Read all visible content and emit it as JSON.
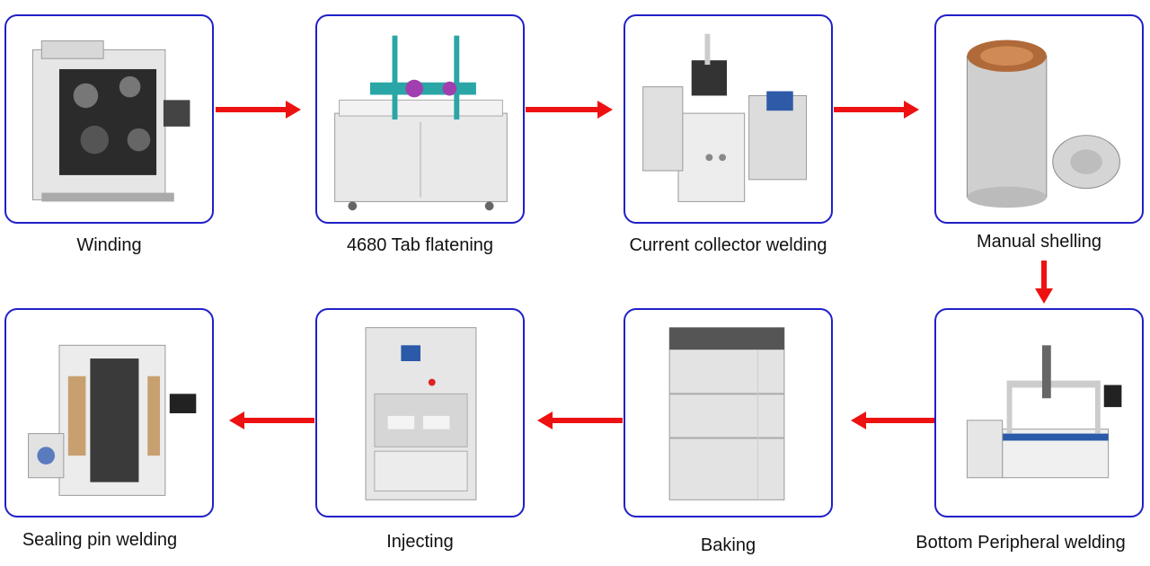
{
  "colors": {
    "card_border": "#2020c8",
    "arrow": "#ee1111"
  },
  "steps": [
    {
      "label": "Winding",
      "icon": "winding-machine-icon"
    },
    {
      "label": "4680 Tab flatening",
      "icon": "tab-flattening-machine-icon"
    },
    {
      "label": "Current collector welding",
      "icon": "laser-welder-icon"
    },
    {
      "label": "Manual shelling",
      "icon": "battery-can-icon"
    },
    {
      "label": "Bottom Peripheral welding",
      "icon": "gantry-welder-icon"
    },
    {
      "label": "Baking",
      "icon": "oven-icon"
    },
    {
      "label": "Injecting",
      "icon": "injection-machine-icon"
    },
    {
      "label": "Sealing pin welding",
      "icon": "sealing-welder-icon"
    }
  ]
}
